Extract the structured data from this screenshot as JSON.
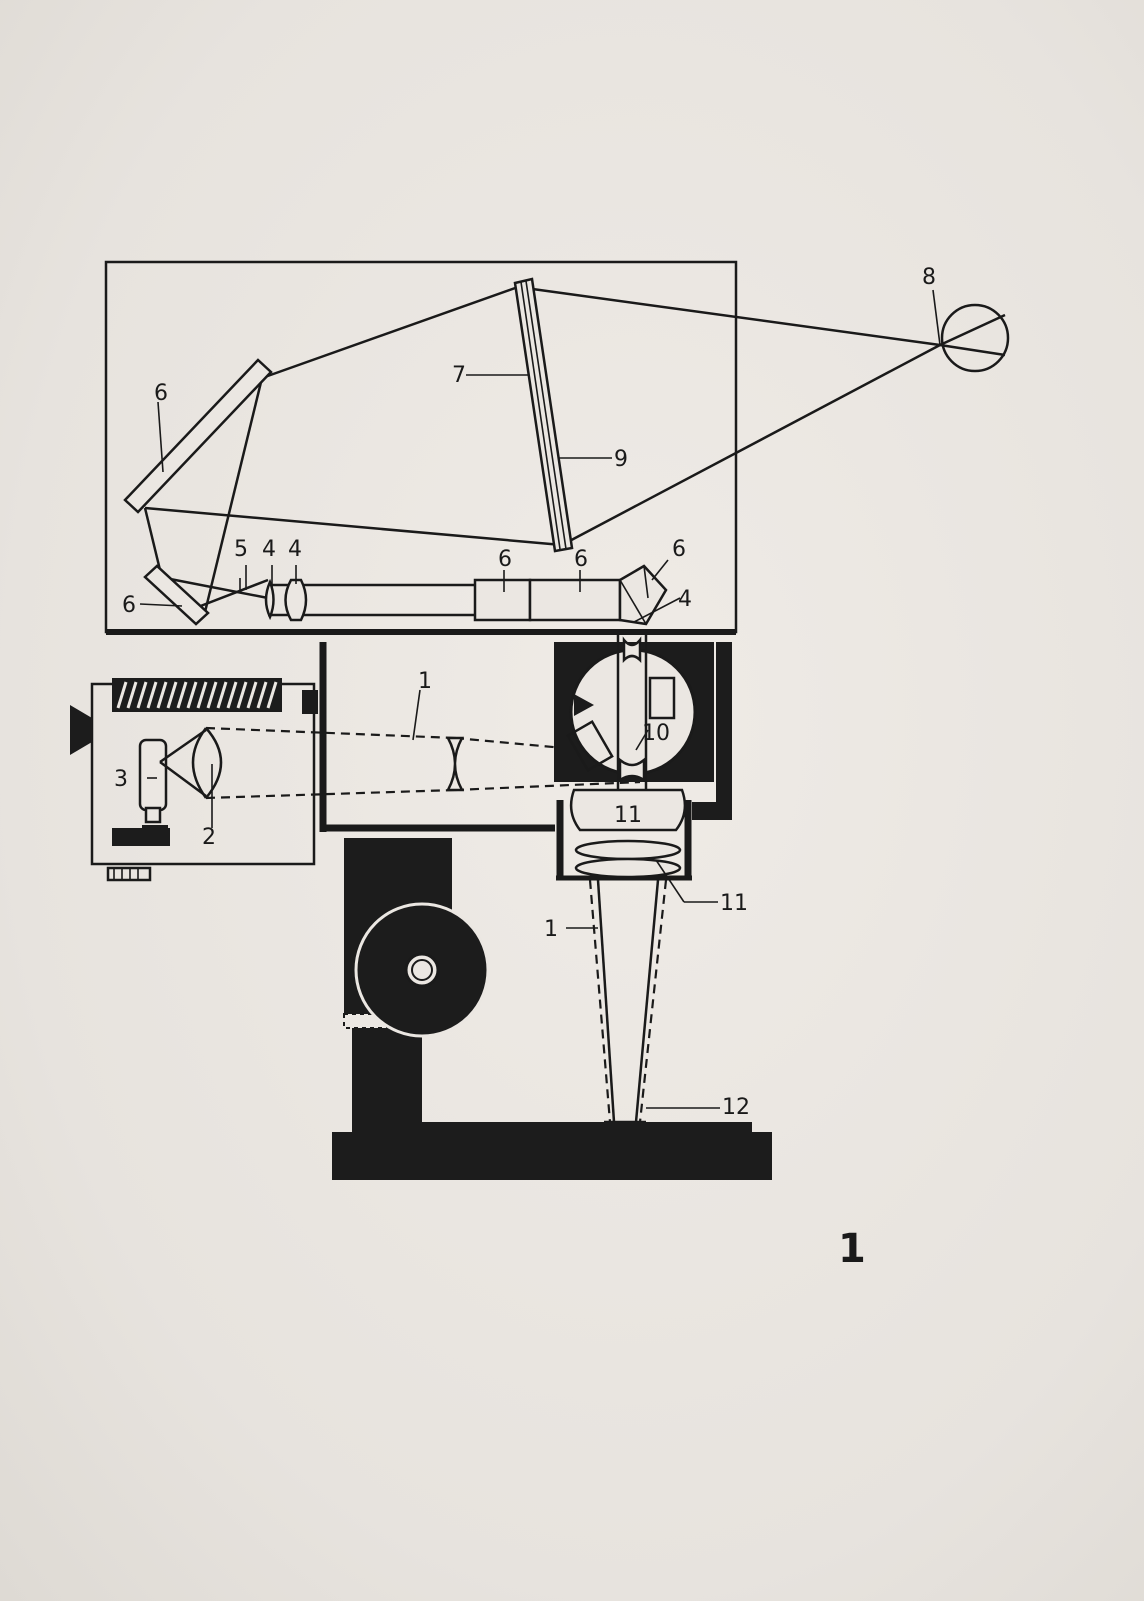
{
  "labels": {
    "l1_top": "1",
    "l1_bottom": "1",
    "l2": "2",
    "l3": "3",
    "l4_a": "4",
    "l4_b": "4",
    "l4_c": "4",
    "l5": "5",
    "l6_upper_mirror": "6",
    "l6_lower_mirror": "6",
    "l6_prism_a": "6",
    "l6_prism_b": "6",
    "l6_prism_c": "6",
    "l7": "7",
    "l8": "8",
    "l9": "9",
    "l10": "10",
    "l11_upper": "11",
    "l11_lower": "11",
    "l12": "12"
  },
  "figure_number": "1"
}
